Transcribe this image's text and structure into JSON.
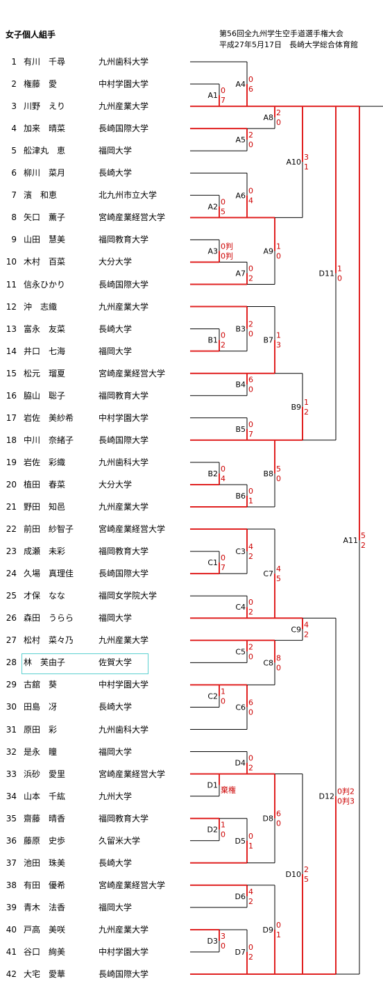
{
  "title": "女子個人組手",
  "event": "第56回全九州学生空手道選手権大会",
  "venue": "平成27年5月17日　長崎大学総合体育館",
  "colors": {
    "win": "#e02020",
    "line": "#000000",
    "score": "#cc0000",
    "highlight": "#5bd0d0"
  },
  "players": [
    {
      "num": "1",
      "name": "有川　千尋",
      "univ": "九州歯科大学"
    },
    {
      "num": "2",
      "name": "権藤　愛",
      "univ": "中村学園大学"
    },
    {
      "num": "3",
      "name": "川野　えり",
      "univ": "九州産業大学"
    },
    {
      "num": "4",
      "name": "加来　晴菜",
      "univ": "長崎国際大学"
    },
    {
      "num": "5",
      "name": "舩津丸　恵",
      "univ": "福岡大学"
    },
    {
      "num": "6",
      "name": "柳川　菜月",
      "univ": "長崎大学"
    },
    {
      "num": "7",
      "name": "濱　和恵",
      "univ": "北九州市立大学"
    },
    {
      "num": "8",
      "name": "矢口　薫子",
      "univ": "宮崎産業経営大学"
    },
    {
      "num": "9",
      "name": "山田　慧美",
      "univ": "福岡教育大学"
    },
    {
      "num": "10",
      "name": "木村　百菜",
      "univ": "大分大学"
    },
    {
      "num": "11",
      "name": "信永ひかり",
      "univ": "長崎国際大学"
    },
    {
      "num": "12",
      "name": "沖　志織",
      "univ": "九州産業大学"
    },
    {
      "num": "13",
      "name": "富永　友菜",
      "univ": "長崎大学"
    },
    {
      "num": "14",
      "name": "井口　七海",
      "univ": "福岡大学"
    },
    {
      "num": "15",
      "name": "松元　瑠夏",
      "univ": "宮崎産業経営大学"
    },
    {
      "num": "16",
      "name": "脇山　聡子",
      "univ": "福岡教育大学"
    },
    {
      "num": "17",
      "name": "岩佐　美紗希",
      "univ": "中村学園大学"
    },
    {
      "num": "18",
      "name": "中川　奈緒子",
      "univ": "長崎国際大学"
    },
    {
      "num": "19",
      "name": "岩佐　彩織",
      "univ": "九州歯科大学"
    },
    {
      "num": "20",
      "name": "植田　春菜",
      "univ": "大分大学"
    },
    {
      "num": "21",
      "name": "野田　知邑",
      "univ": "九州産業大学"
    },
    {
      "num": "22",
      "name": "前田　紗智子",
      "univ": "宮崎産業経営大学"
    },
    {
      "num": "23",
      "name": "成瀬　未彩",
      "univ": "福岡教育大学"
    },
    {
      "num": "24",
      "name": "久場　真理佳",
      "univ": "長崎国際大学"
    },
    {
      "num": "25",
      "name": "才保　なな",
      "univ": "福岡女学院大学"
    },
    {
      "num": "26",
      "name": "森田　うらら",
      "univ": "福岡大学"
    },
    {
      "num": "27",
      "name": "松村　菜々乃",
      "univ": "九州産業大学"
    },
    {
      "num": "28",
      "name": "林　芙由子",
      "univ": "佐賀大学"
    },
    {
      "num": "29",
      "name": "古舘　葵",
      "univ": "中村学園大学"
    },
    {
      "num": "30",
      "name": "田島　冴",
      "univ": "長崎大学"
    },
    {
      "num": "31",
      "name": "原田　彩",
      "univ": "九州歯科大学"
    },
    {
      "num": "32",
      "name": "是永　瞳",
      "univ": "福岡大学"
    },
    {
      "num": "33",
      "name": "浜砂　愛里",
      "univ": "宮崎産業経営大学"
    },
    {
      "num": "34",
      "name": "山本　千紘",
      "univ": "九州大学"
    },
    {
      "num": "35",
      "name": "齋藤　晴香",
      "univ": "福岡教育大学"
    },
    {
      "num": "36",
      "name": "藤原　史歩",
      "univ": "久留米大学"
    },
    {
      "num": "37",
      "name": "池田　珠美",
      "univ": "長崎大学"
    },
    {
      "num": "38",
      "name": "有田　優希",
      "univ": "宮崎産業経営大学"
    },
    {
      "num": "39",
      "name": "青木　法香",
      "univ": "福岡大学"
    },
    {
      "num": "40",
      "name": "戸高　美咲",
      "univ": "九州産業大学"
    },
    {
      "num": "41",
      "name": "谷口　絢美",
      "univ": "中村学園大学"
    },
    {
      "num": "42",
      "name": "大宅　愛華",
      "univ": "長崎国際大学"
    }
  ],
  "matches": [
    {
      "id": "A1",
      "top": "0",
      "bot": "7",
      "winner": "bot"
    },
    {
      "id": "A2",
      "top": "0",
      "bot": "5",
      "winner": "bot"
    },
    {
      "id": "A3",
      "top": "0判",
      "bot": "0判",
      "winner": "bot"
    },
    {
      "id": "A4",
      "top": "0",
      "bot": "6",
      "winner": "bot"
    },
    {
      "id": "A5",
      "top": "2",
      "bot": "0",
      "winner": "top"
    },
    {
      "id": "A6",
      "top": "0",
      "bot": "4",
      "winner": "bot"
    },
    {
      "id": "A7",
      "top": "0",
      "bot": "2",
      "winner": "bot"
    },
    {
      "id": "A8",
      "top": "2",
      "bot": "0",
      "winner": "top"
    },
    {
      "id": "A9",
      "top": "1",
      "bot": "0",
      "winner": "top"
    },
    {
      "id": "A10",
      "top": "3",
      "bot": "1",
      "winner": "top"
    },
    {
      "id": "B1",
      "top": "0",
      "bot": "2",
      "winner": "bot"
    },
    {
      "id": "B2",
      "top": "0",
      "bot": "4",
      "winner": "bot"
    },
    {
      "id": "B3",
      "top": "2",
      "bot": "0",
      "winner": "top"
    },
    {
      "id": "B4",
      "top": "6",
      "bot": "0",
      "winner": "top"
    },
    {
      "id": "B5",
      "top": "0",
      "bot": "7",
      "winner": "bot"
    },
    {
      "id": "B6",
      "top": "0",
      "bot": "1",
      "winner": "bot"
    },
    {
      "id": "B7",
      "top": "1",
      "bot": "3",
      "winner": "bot"
    },
    {
      "id": "B8",
      "top": "5",
      "bot": "0",
      "winner": "top"
    },
    {
      "id": "B9",
      "top": "1",
      "bot": "2",
      "winner": "bot"
    },
    {
      "id": "C1",
      "top": "0",
      "bot": "7",
      "winner": "bot"
    },
    {
      "id": "C2",
      "top": "1",
      "bot": "0",
      "winner": "top"
    },
    {
      "id": "C3",
      "top": "4",
      "bot": "2",
      "winner": "top"
    },
    {
      "id": "C4",
      "top": "0",
      "bot": "2",
      "winner": "bot"
    },
    {
      "id": "C5",
      "top": "2",
      "bot": "0",
      "winner": "top"
    },
    {
      "id": "C6",
      "top": "6",
      "bot": "0",
      "winner": "top"
    },
    {
      "id": "C7",
      "top": "4",
      "bot": "5",
      "winner": "bot"
    },
    {
      "id": "C8",
      "top": "8",
      "bot": "0",
      "winner": "top"
    },
    {
      "id": "C9",
      "top": "4",
      "bot": "2",
      "winner": "top"
    },
    {
      "id": "D1",
      "top": "",
      "bot": "棄権",
      "winner": "top"
    },
    {
      "id": "D2",
      "top": "1",
      "bot": "0",
      "winner": "top"
    },
    {
      "id": "D3",
      "top": "3",
      "bot": "0",
      "winner": "top"
    },
    {
      "id": "D4",
      "top": "0",
      "bot": "2",
      "winner": "bot"
    },
    {
      "id": "D5",
      "top": "0",
      "bot": "1",
      "winner": "bot"
    },
    {
      "id": "D6",
      "top": "4",
      "bot": "2",
      "winner": "top"
    },
    {
      "id": "D7",
      "top": "0",
      "bot": "2",
      "winner": "bot"
    },
    {
      "id": "D8",
      "top": "6",
      "bot": "0",
      "winner": "top"
    },
    {
      "id": "D9",
      "top": "0",
      "bot": "1",
      "winner": "bot"
    },
    {
      "id": "D10",
      "top": "2",
      "bot": "5",
      "winner": "bot"
    },
    {
      "id": "D11",
      "top": "1",
      "bot": "0",
      "winner": "top"
    },
    {
      "id": "D12",
      "top": "0判2",
      "bot": "0判3",
      "winner": "bot"
    },
    {
      "id": "A11",
      "top": "5",
      "bot": "2",
      "winner": "top"
    }
  ]
}
